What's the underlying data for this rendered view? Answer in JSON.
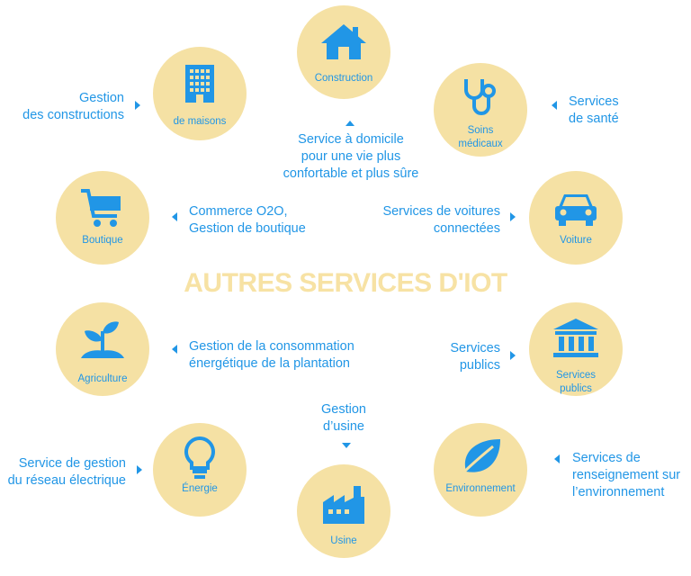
{
  "title": "AUTRES SERVICES D'IOT",
  "nodes": {
    "construction": {
      "label": "Construction",
      "icon": "house-icon"
    },
    "maisons": {
      "label": "de maisons",
      "icon": "building-icon"
    },
    "soins": {
      "label": "Soins\nmédicaux",
      "icon": "stethoscope-icon"
    },
    "boutique": {
      "label": "Boutique",
      "icon": "shopping-cart-icon"
    },
    "voiture": {
      "label": "Voiture",
      "icon": "car-icon"
    },
    "agriculture": {
      "label": "Agriculture",
      "icon": "sprout-icon"
    },
    "services_publics": {
      "label": "Services\npublics",
      "icon": "public-building-icon"
    },
    "energie": {
      "label": "Énergie",
      "icon": "lightbulb-icon"
    },
    "environnement": {
      "label": "Environnement",
      "icon": "leaf-icon"
    },
    "usine": {
      "label": "Usine",
      "icon": "factory-icon"
    }
  },
  "descriptions": {
    "gestion_constructions": "Gestion\ndes constructions",
    "service_domicile": "Service à domicile\npour une vie plus\nconfortable et plus sûre",
    "services_sante": "Services\nde santé",
    "commerce": "Commerce O2O,\nGestion de boutique",
    "voitures_connectees": "Services de voitures\nconnectées",
    "consommation": "Gestion de la consommation\nénergétique de la plantation",
    "services_publics": "Services\npublics",
    "gestion_usine": "Gestion\nd’usine",
    "reseau_electrique": "Service de gestion\ndu réseau électrique",
    "environnement": "Services de\nrenseignement sur\nl’environnement"
  },
  "colors": {
    "circle": "#f5e1a4",
    "accent": "#2196e6",
    "title": "#f7e2a4"
  }
}
